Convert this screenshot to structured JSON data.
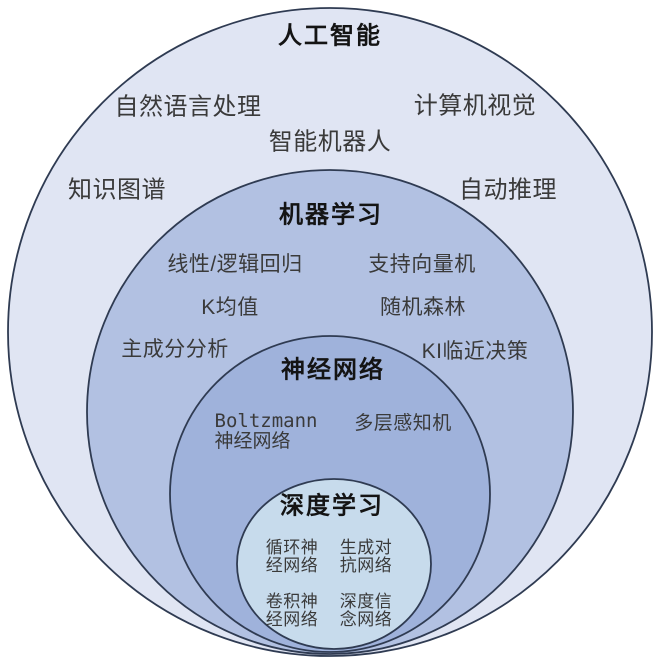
{
  "colors": {
    "background": "#ffffff",
    "outer_fill": "#e0e5f3",
    "ml_fill": "#b2c1e2",
    "nn_fill": "#9fb2db",
    "dl_fill": "#c7dbec",
    "stroke": "#2f3b52",
    "title_color": "#141414",
    "item_color": "#3a3a3a"
  },
  "circles": {
    "ai": {
      "title": "人工智能",
      "items": {
        "nlp": "自然语言处理",
        "cv": "计算机视觉",
        "robot": "智能机器人",
        "kg": "知识图谱",
        "reasoning": "自动推理"
      }
    },
    "ml": {
      "title": "机器学习",
      "items": {
        "regression": "线性/逻辑回归",
        "svm": "支持向量机",
        "kmeans": "K均值",
        "random_forest": "随机森林",
        "pca": "主成分分析",
        "knn": "KI临近决策"
      }
    },
    "nn": {
      "title": "神经网络",
      "items": {
        "boltzmann": "Boltzmann\n神经网络",
        "mlp": "多层感知机"
      }
    },
    "dl": {
      "title": "深度学习",
      "items": {
        "rnn": "循环神\n经网络",
        "gan": "生成对\n抗网络",
        "cnn": "卷积神\n经网络",
        "dbn": "深度信\n念网络"
      }
    }
  }
}
